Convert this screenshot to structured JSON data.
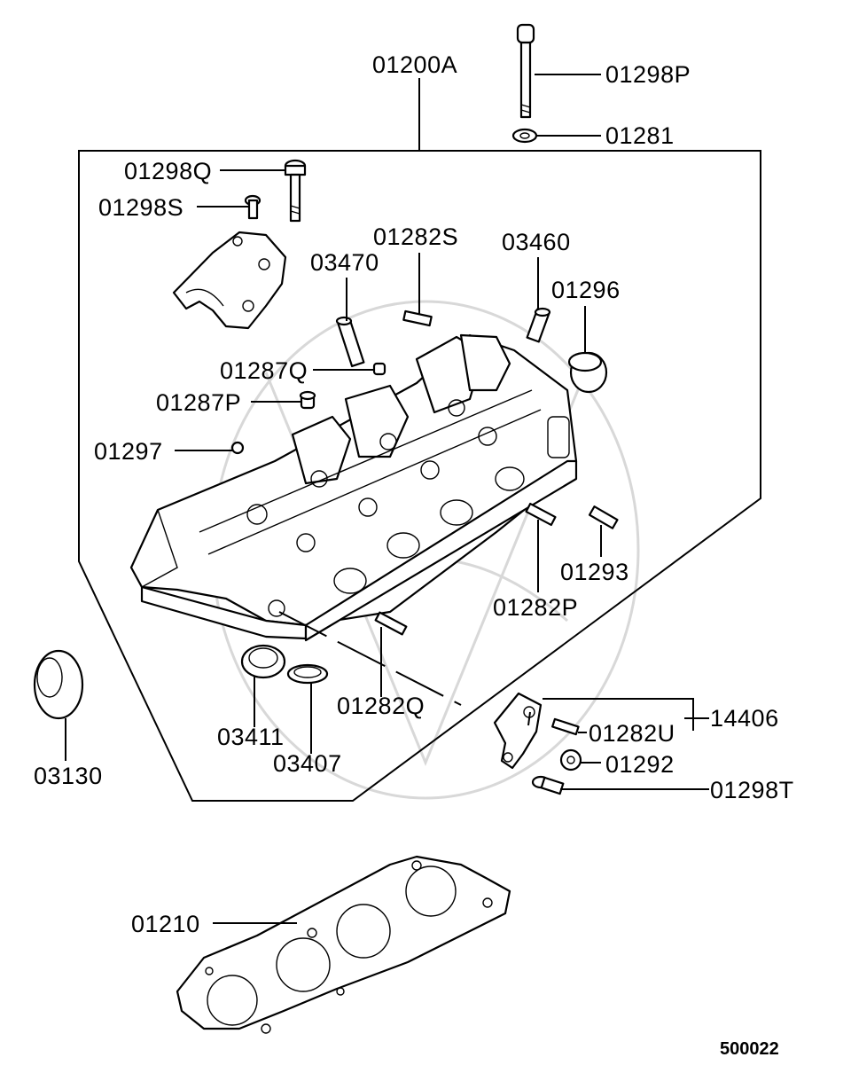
{
  "diagram": {
    "figure_number": "500022",
    "parts": [
      {
        "id": "p01200A",
        "label": "01200A"
      },
      {
        "id": "p01298P",
        "label": "01298P"
      },
      {
        "id": "p01281",
        "label": "01281"
      },
      {
        "id": "p01298Q",
        "label": "01298Q"
      },
      {
        "id": "p01298S",
        "label": "01298S"
      },
      {
        "id": "p01282S",
        "label": "01282S"
      },
      {
        "id": "p03460",
        "label": "03460"
      },
      {
        "id": "p03470",
        "label": "03470"
      },
      {
        "id": "p01296",
        "label": "01296"
      },
      {
        "id": "p01287Q",
        "label": "01287Q"
      },
      {
        "id": "p01287P",
        "label": "01287P"
      },
      {
        "id": "p01297",
        "label": "01297"
      },
      {
        "id": "p01293",
        "label": "01293"
      },
      {
        "id": "p01282P",
        "label": "01282P"
      },
      {
        "id": "p01282Q",
        "label": "01282Q"
      },
      {
        "id": "p03411",
        "label": "03411"
      },
      {
        "id": "p03407",
        "label": "03407"
      },
      {
        "id": "p03130",
        "label": "03130"
      },
      {
        "id": "p14406",
        "label": "14406"
      },
      {
        "id": "p01282U",
        "label": "01282U"
      },
      {
        "id": "p01292",
        "label": "01292"
      },
      {
        "id": "p01298T",
        "label": "01298T"
      },
      {
        "id": "p01210",
        "label": "01210"
      }
    ]
  }
}
